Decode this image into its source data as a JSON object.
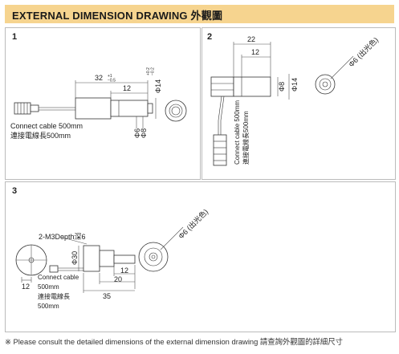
{
  "header": {
    "title": "EXTERNAL DIMENSION DRAWING 外觀圖"
  },
  "panel1": {
    "number": "1",
    "dim_length": "32",
    "tolerance": "+0.2\n−0.2",
    "dim_tol_length": "+1\n−0.5",
    "dim_12": "12",
    "dia_14": "Φ14",
    "dia_6": "Φ6",
    "dia_8": "Φ8",
    "cable_label_en": "Connect cable 500mm",
    "cable_label_zh": "連接電線長500mm"
  },
  "panel2": {
    "number": "2",
    "dim_22": "22",
    "dim_12": "12",
    "dia_8": "Φ8",
    "dia_14": "Φ14",
    "dia_6_out": "Φ6 (出光色)",
    "cable_label_en": "Connect cable 500mm",
    "cable_label_zh": "連接電線長500mm"
  },
  "panel3": {
    "number": "3",
    "depth_label": "2-M3Depth深6",
    "dim_12_left": "12",
    "dia_30": "Φ30",
    "dim_12": "12",
    "dim_20": "20",
    "dim_35": "35",
    "dia_6_out": "Φ6 (出光色)",
    "cable_label_en": "Connect cable",
    "cable_label_500": "500mm",
    "cable_label_zh": "連接電線長",
    "cable_label_500b": "500mm"
  },
  "footer": {
    "note": "※ Please consult the detailed dimensions of the external dimension drawing 請查詢外觀圖的詳細尺寸"
  }
}
